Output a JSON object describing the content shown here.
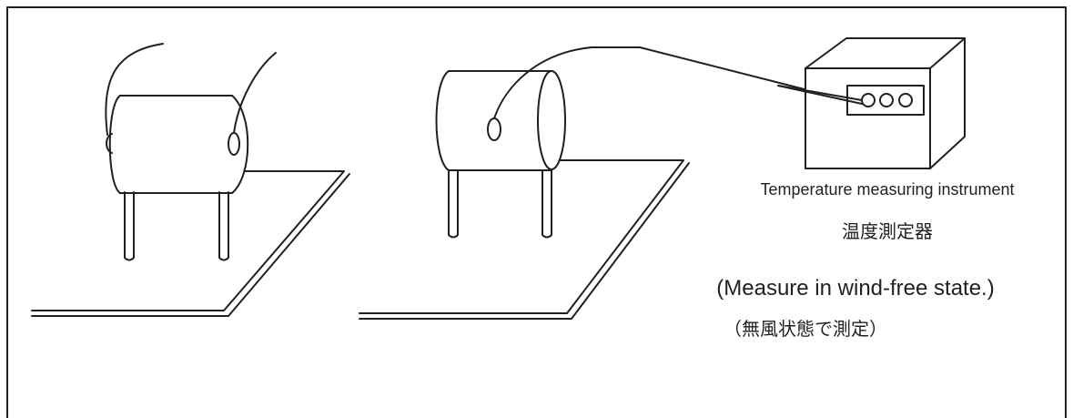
{
  "labels": {
    "instrument_en": "Temperature measuring instrument",
    "instrument_ja": "温度測定器",
    "condition_en": "(Measure in wind-free state.)",
    "condition_ja": "（無風状態で測定）"
  },
  "colors": {
    "line": "#231f20",
    "background": "#ffffff"
  }
}
